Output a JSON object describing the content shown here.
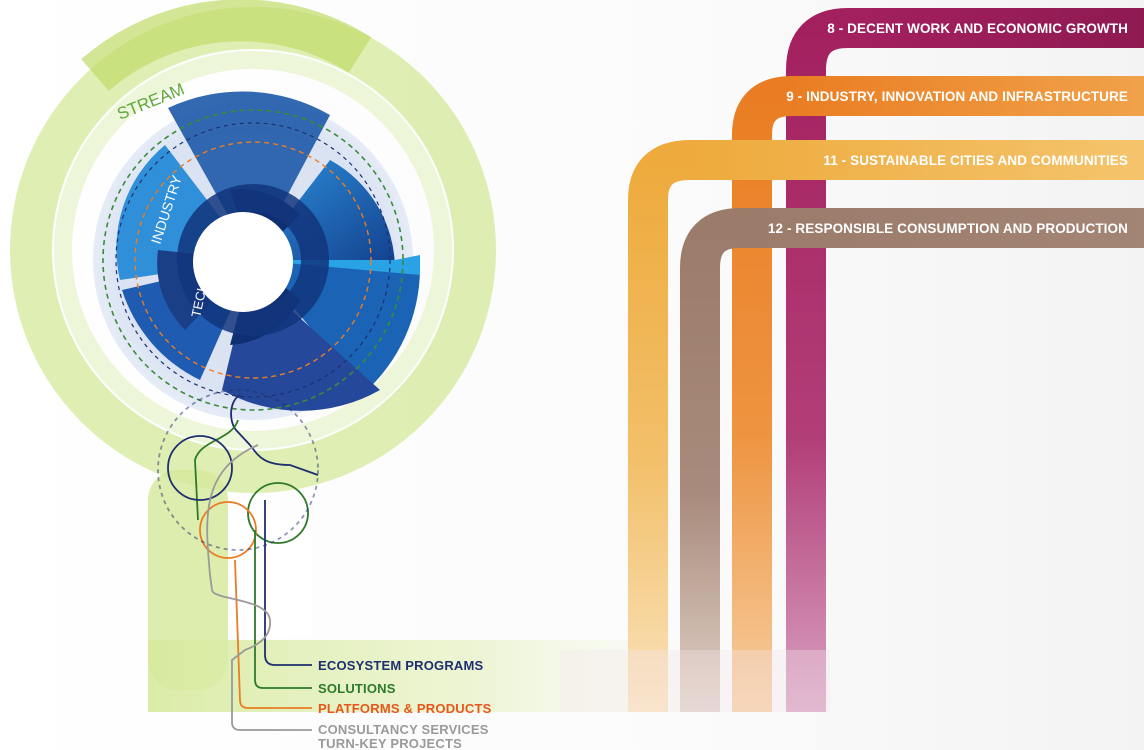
{
  "diagram": {
    "ring_labels": {
      "stream": "STREAM",
      "industry": "INDUSTRY",
      "technology": "TECHNOLOGY"
    },
    "sdg_goals": [
      {
        "label": "8 - DECENT WORK AND ECONOMIC GROWTH",
        "color": "#a3205f"
      },
      {
        "label": "9 - INDUSTRY, INNOVATION AND INFRASTRUCTURE",
        "color": "#ea7d23"
      },
      {
        "label": "11 - SUSTAINABLE CITIES AND COMMUNITIES",
        "color": "#eeaa3c"
      },
      {
        "label": "12 - RESPONSIBLE CONSUMPTION AND PRODUCTION",
        "color": "#9b7b6a"
      }
    ],
    "outputs": [
      {
        "label": "ECOSYSTEM PROGRAMS",
        "color": "#1e2f6e"
      },
      {
        "label": "SOLUTIONS",
        "color": "#2d7a2a"
      },
      {
        "label": "PLATFORMS & PRODUCTS",
        "color": "#e5581d"
      },
      {
        "label": "CONSULTANCY SERVICES",
        "color": "#9a9a9a"
      },
      {
        "label": "TURN-KEY PROJECTS",
        "color": "#9a9a9a"
      }
    ],
    "colors": {
      "stream_green": "#c9e27f",
      "deep_blue": "#0f2f73",
      "mid_blue": "#1f6fbf",
      "light_blue": "#2f9ae0"
    }
  }
}
